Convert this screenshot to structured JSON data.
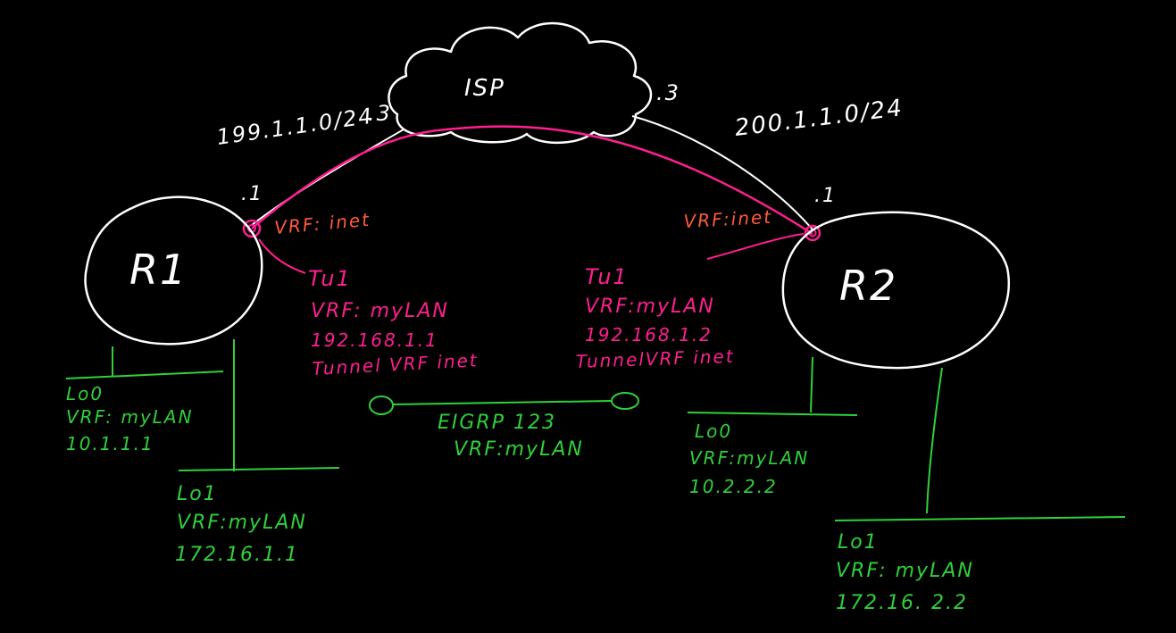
{
  "colors": {
    "background": "#000000",
    "white": "#ffffff",
    "pink": "#ff1f8f",
    "orange": "#ff5a3c",
    "green": "#2fd13a"
  },
  "isp": {
    "label": "ISP"
  },
  "links": {
    "r1_subnet": "199.1.1.0/24",
    "r1_isp_host": ".3",
    "r1_host": ".1",
    "r2_subnet": "200.1.1.0/24",
    "r2_isp_host": ".3",
    "r2_host": ".1"
  },
  "r1": {
    "label": "R1",
    "outside_vrf": "VRF: inet",
    "tunnel": [
      "Tu1",
      "VRF: myLAN",
      "192.168.1.1",
      "Tunnel VRF inet"
    ],
    "lo0": [
      "Lo0",
      "VRF: myLAN",
      "10.1.1.1"
    ],
    "lo1": [
      "Lo1",
      "VRF:myLAN",
      "172.16.1.1"
    ]
  },
  "r2": {
    "label": "R2",
    "outside_vrf": "VRF:inet",
    "tunnel": [
      "Tu1",
      "VRF:myLAN",
      "192.168.1.2",
      "TunnelVRF inet"
    ],
    "lo0": [
      "Lo0",
      "VRF:myLAN",
      "10.2.2.2"
    ],
    "lo1": [
      "Lo1",
      "VRF: myLAN",
      "172.16. 2.2"
    ]
  },
  "eigrp": [
    "EIGRP 123",
    "VRF:myLAN"
  ]
}
